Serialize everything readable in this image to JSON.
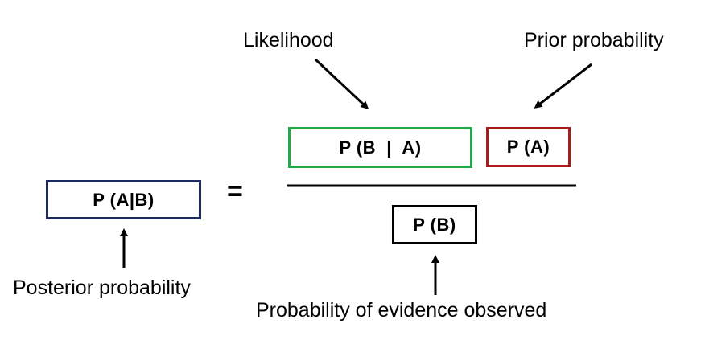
{
  "colors": {
    "posterior_border": "#1f2a5c",
    "likelihood_border": "#22a84a",
    "prior_border": "#a61c1c",
    "evidence_border": "#000000",
    "text": "#000000"
  },
  "formula": {
    "posterior": "P (A|B)",
    "equals": "=",
    "likelihood": "P (B  |  A)",
    "prior": "P (A)",
    "evidence": "P (B)"
  },
  "labels": {
    "likelihood": "Likelihood",
    "prior": "Prior probability",
    "posterior": "Posterior probability",
    "evidence": "Probability of evidence observed"
  }
}
